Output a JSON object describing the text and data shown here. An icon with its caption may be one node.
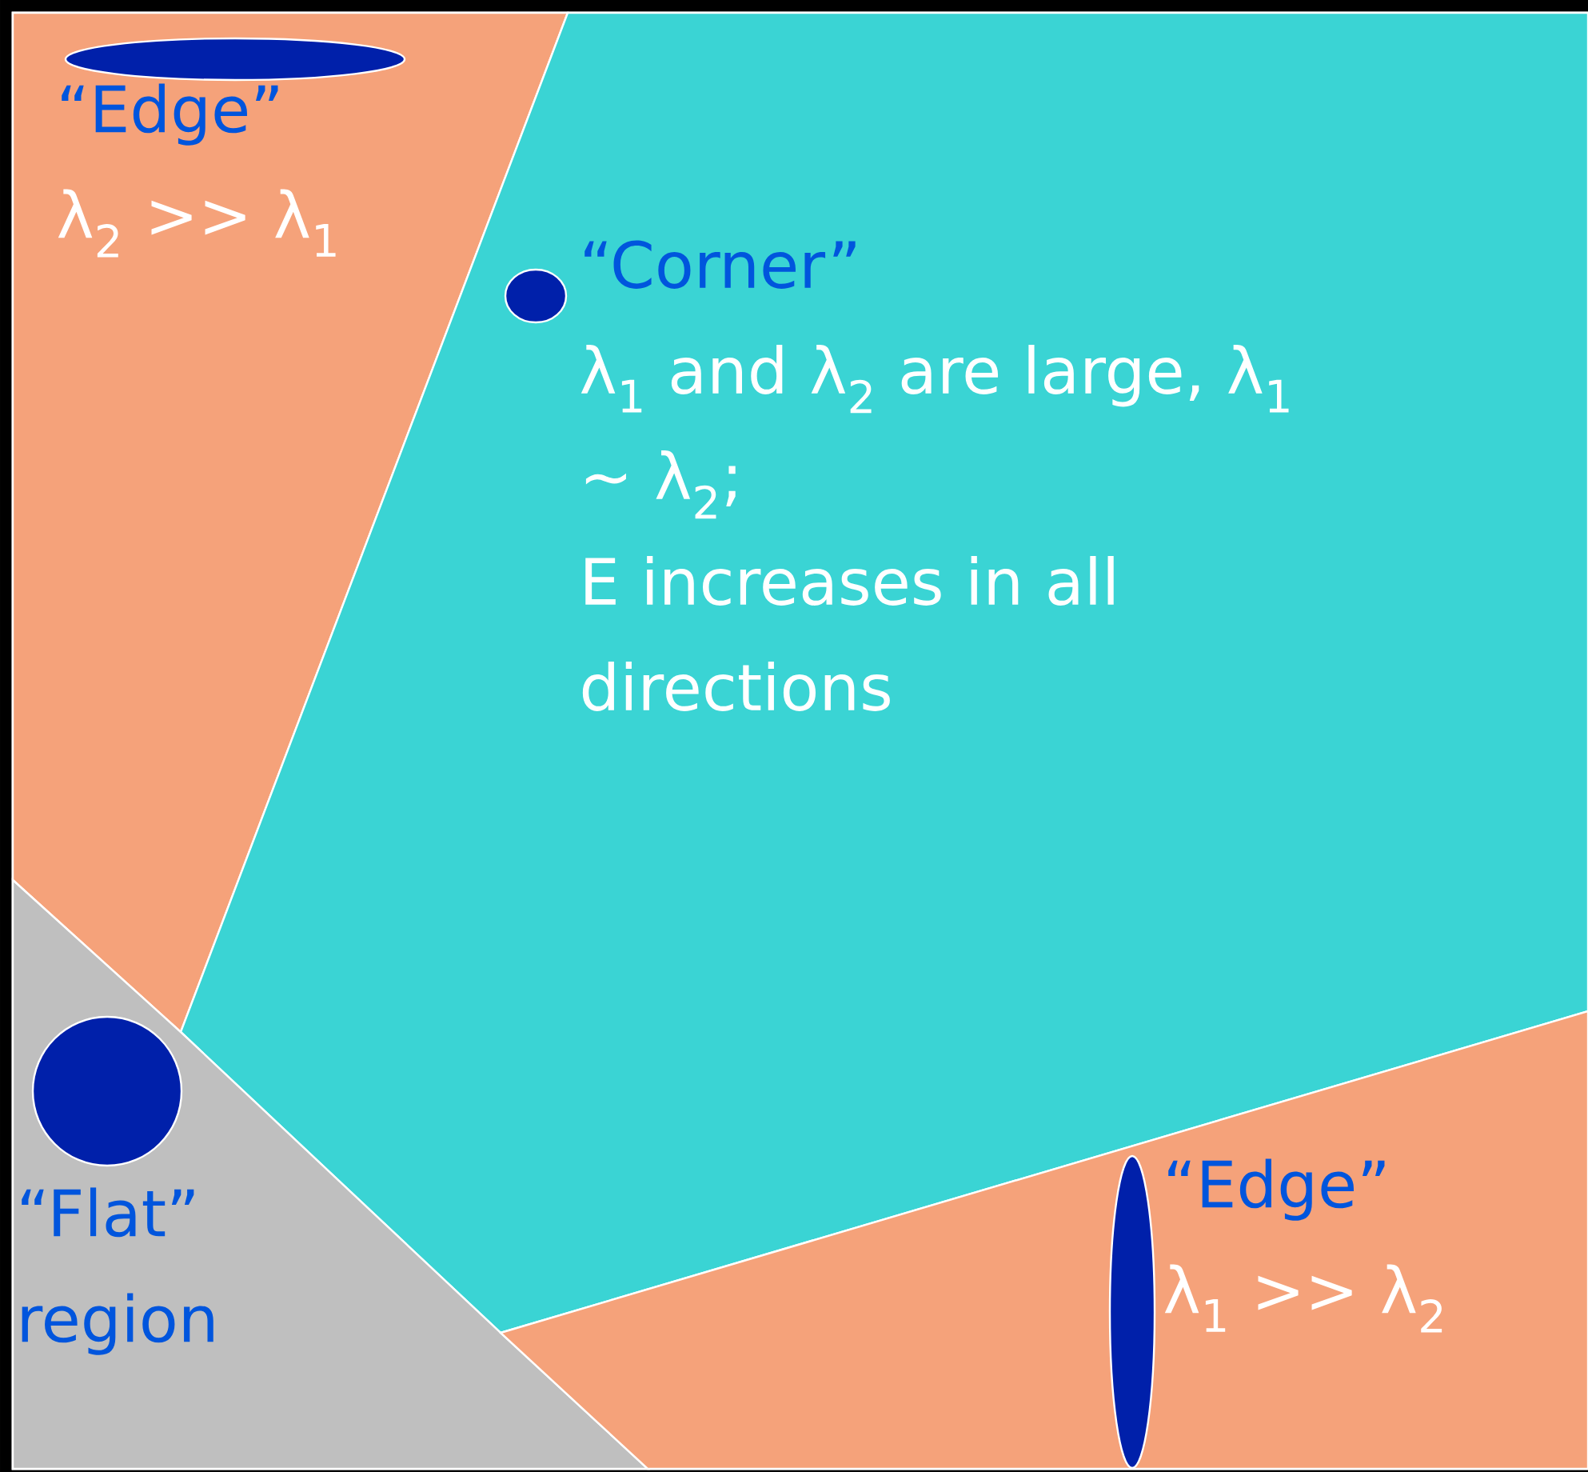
{
  "diagram": {
    "nodes": [
      {
        "text": [
          "“Edge”",
          "λ$_{2}$ >> λ$_{1}$"
        ]
      },
      {
        "text": [],
        "shape": "ellipse",
        "in": 0
      },
      {
        "text": [
          "“Corner”",
          "λ$_{1}$ and λ$_{2}$ are large, λ$_{1}$ ~ λ$_{2}$;",
          "E increases in all directions"
        ]
      },
      {
        "text": [],
        "shape": "ellipse",
        "in": 2
      },
      {
        "text": [
          "“Flat” region"
        ]
      },
      {
        "text": [],
        "shape": "circle",
        "in": 4
      },
      {
        "text": [
          "“Edge”",
          "λ$_{1}$ >> λ$_{2}$"
        ]
      },
      {
        "text": [],
        "shape": "ellipse",
        "in": 6
      }
    ]
  }
}
